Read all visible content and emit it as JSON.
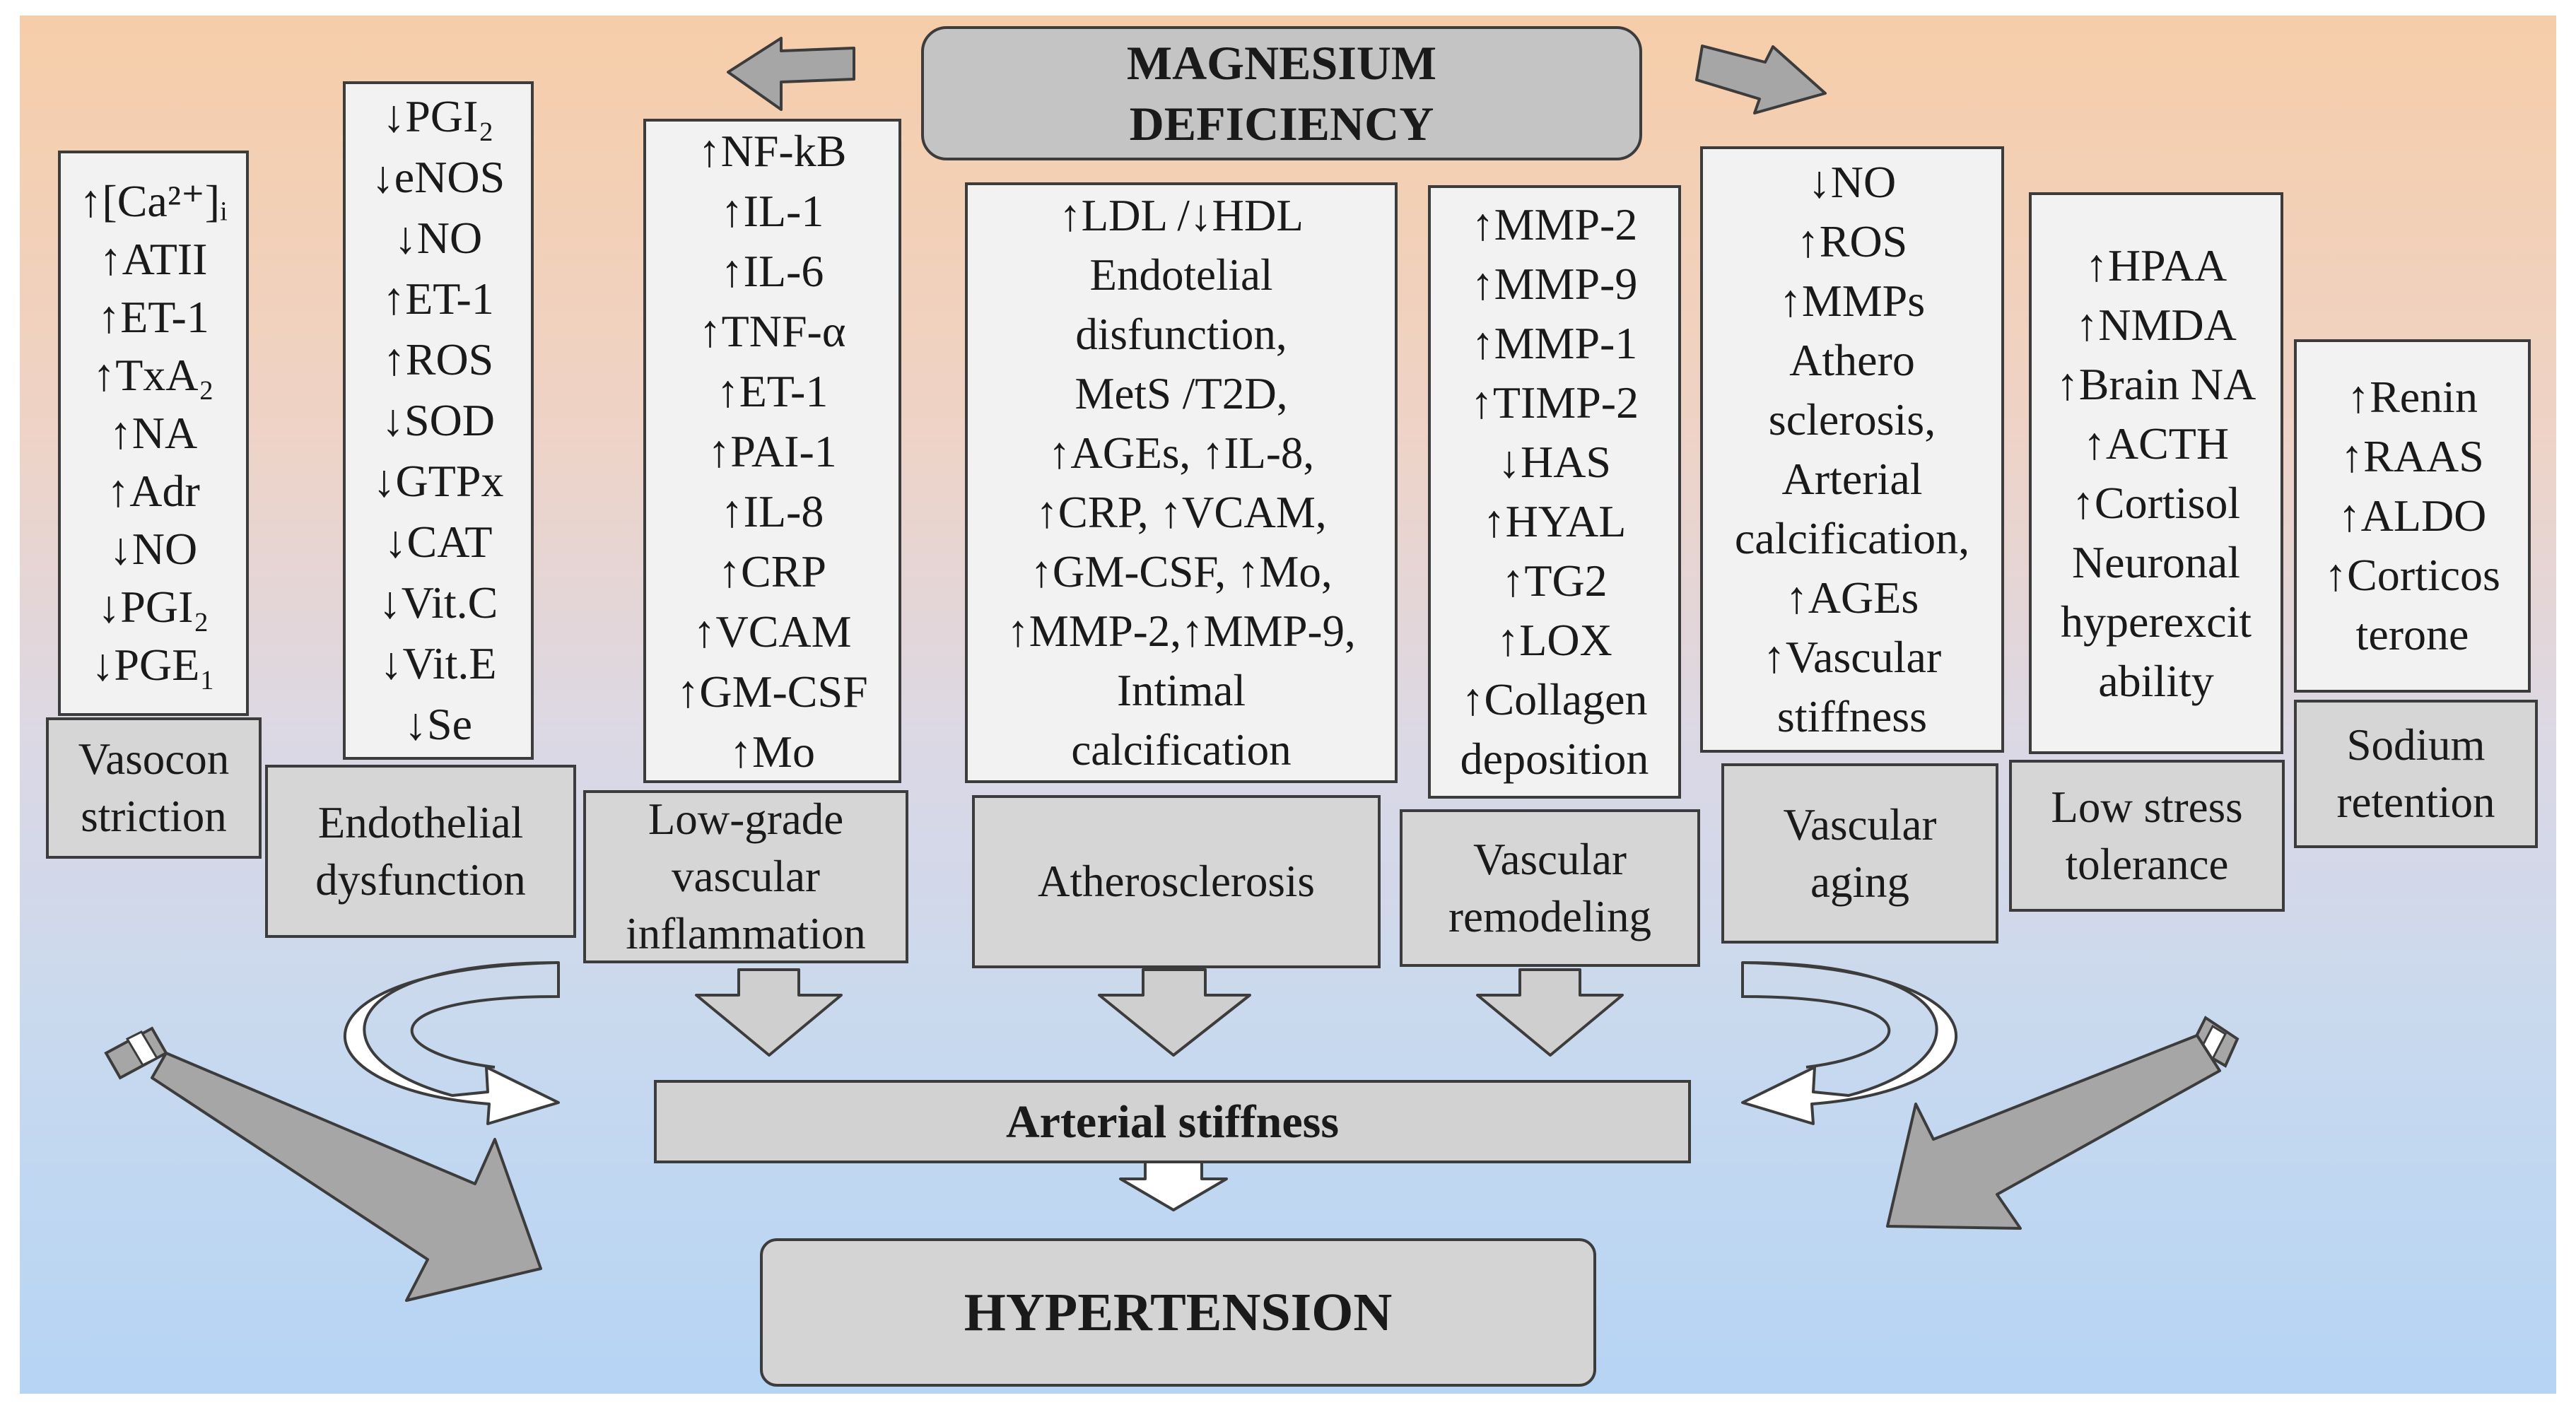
{
  "title_lines": [
    "MAGNESIUM",
    "DEFICIENCY"
  ],
  "factor_lists": [
    [
      "↑[Ca²⁺]ᵢ",
      "↑ATII",
      "↑ET-1",
      "↑TxA₂",
      "↑NA",
      "↑Adr",
      "↓NO",
      "↓PGI₂",
      "↓PGE₁"
    ],
    [
      "↓PGI₂",
      "↓eNOS",
      "↓NO",
      "↑ET-1",
      "↑ROS",
      "↓SOD",
      "↓GTPx",
      "↓CAT",
      "↓Vit.C",
      "↓Vit.E",
      "↓Se"
    ],
    [
      "↑NF-kB",
      "↑IL-1",
      "↑IL-6",
      "↑TNF-α",
      "↑ET-1",
      "↑PAI-1",
      "↑IL-8",
      "↑CRP",
      "↑VCAM",
      "↑GM-CSF",
      "↑Mo"
    ],
    [
      "↑LDL /↓HDL",
      "Endotelial",
      "disfunction,",
      "MetS /T2D,",
      "↑AGEs, ↑IL-8,",
      "↑CRP, ↑VCAM,",
      "↑GM-CSF, ↑Mo,",
      "↑MMP-2,↑MMP-9,",
      "Intimal",
      "calcification"
    ],
    [
      "↑MMP-2",
      "↑MMP-9",
      "↑MMP-1",
      "↑TIMP-2",
      "↓HAS",
      "↑HYAL",
      "↑TG2",
      "↑LOX",
      "↑Collagen",
      "deposition"
    ],
    [
      "↓NO",
      "↑ROS",
      "↑MMPs",
      "Athero",
      "sclerosis,",
      "Arterial",
      "calcification,",
      "↑AGEs",
      "↑Vascular",
      "stiffness"
    ],
    [
      "↑HPAA",
      "↑NMDA",
      "↑Brain NA",
      "↑ACTH",
      "↑Cortisol",
      "Neuronal",
      "hyperexcit",
      "ability"
    ],
    [
      "↑Renin",
      "↑RAAS",
      "↑ALDO",
      "↑Corticos",
      "terone"
    ]
  ],
  "outcomes": [
    [
      "Vasocon",
      "striction"
    ],
    [
      "Endothelial",
      "dysfunction"
    ],
    [
      "Low-grade",
      "vascular",
      "inflammation"
    ],
    [
      "Atherosclerosis"
    ],
    [
      "Vascular",
      "remodeling"
    ],
    [
      "Vascular",
      "aging"
    ],
    [
      "Low stress",
      "tolerance"
    ],
    [
      "Sodium",
      "retention"
    ]
  ],
  "arterial_stiffness": "Arterial stiffness",
  "hypertension": "HYPERTENSION",
  "colors": {
    "background_top": "#f6cda9",
    "background_bottom": "#b6d4f4",
    "box_fill": "#f2f2f2",
    "label_fill": "#d6d6d6",
    "arrow_fill": "#a6a6a6",
    "border": "#3c3c3c"
  }
}
